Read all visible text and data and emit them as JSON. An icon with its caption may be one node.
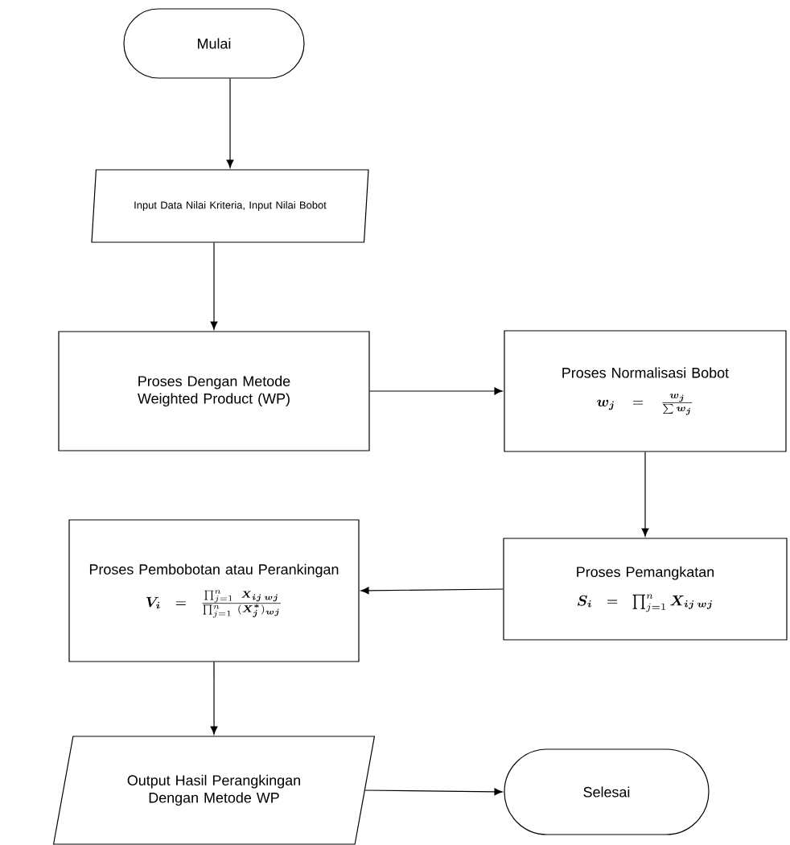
{
  "diagram": {
    "nodes": [
      {
        "text": [
          "Mulai"
        ]
      },
      {
        "text": [
          "Input Data Nilai Kriteria, Input Nilai Bobot"
        ]
      },
      {
        "text": [
          "Proses Dengan Metode Weighted Product (WP)"
        ]
      },
      {
        "text": [
          "Proses Normalisasi Bobot",
          "\\boldsymbol{w_j} = \\frac{\\boldsymbol{w_j}}{\\sum \\boldsymbol{w_j}}"
        ]
      },
      {
        "text": [
          "Proses Pemangkatan",
          "\\boldsymbol{S_i} = \\prod_{j=1}^{n} \\boldsymbol{X_{ij\\,wj}}"
        ]
      },
      {
        "text": [
          "Proses Pembobotan atau Perankingan",
          "\\boldsymbol{V_i} = \\frac{\\prod_{j=1}^{n}\\ \\boldsymbol{X_{ij\\,wj}}}{\\prod_{j=1}^{n}\\ (\\boldsymbol{X_j^{*}})_{\\boldsymbol{wj}}}"
        ]
      },
      {
        "text": [
          "Output Hasil Perangkingan Dengan Metode WP"
        ]
      },
      {
        "text": [
          "Selesai"
        ]
      }
    ],
    "edges": [
      {
        "from": 0,
        "to": 1,
        "arrow": "to"
      },
      {
        "from": 1,
        "to": 2,
        "arrow": "to"
      },
      {
        "from": 2,
        "to": 3,
        "arrow": "to"
      },
      {
        "from": 3,
        "to": 4,
        "arrow": "to"
      },
      {
        "from": 4,
        "to": 5,
        "arrow": "to"
      },
      {
        "from": 5,
        "to": 6,
        "arrow": "to"
      },
      {
        "from": 6,
        "to": 7,
        "arrow": "to"
      }
    ]
  }
}
